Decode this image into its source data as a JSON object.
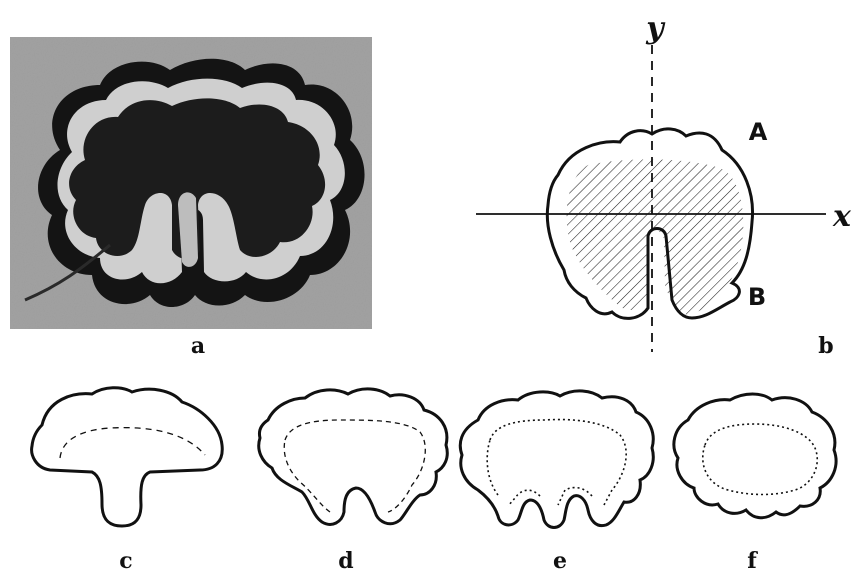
{
  "panels": [
    {
      "id": "a",
      "label": "a",
      "kind": "photograph"
    },
    {
      "id": "b",
      "label": "b",
      "kind": "schematic"
    },
    {
      "id": "c",
      "label": "c",
      "kind": "outline"
    },
    {
      "id": "d",
      "label": "d",
      "kind": "outline"
    },
    {
      "id": "e",
      "label": "e",
      "kind": "outline"
    },
    {
      "id": "f",
      "label": "f",
      "kind": "outline"
    }
  ],
  "schematic": {
    "axis_x_label": "x",
    "axis_y_label": "y",
    "point_a_label": "A",
    "point_b_label": "B"
  },
  "colors": {
    "ink": "#111111",
    "photo_bg": "#9a9a9a",
    "photo_dark": "#1a1a1a",
    "photo_light": "#d8d8d8"
  }
}
